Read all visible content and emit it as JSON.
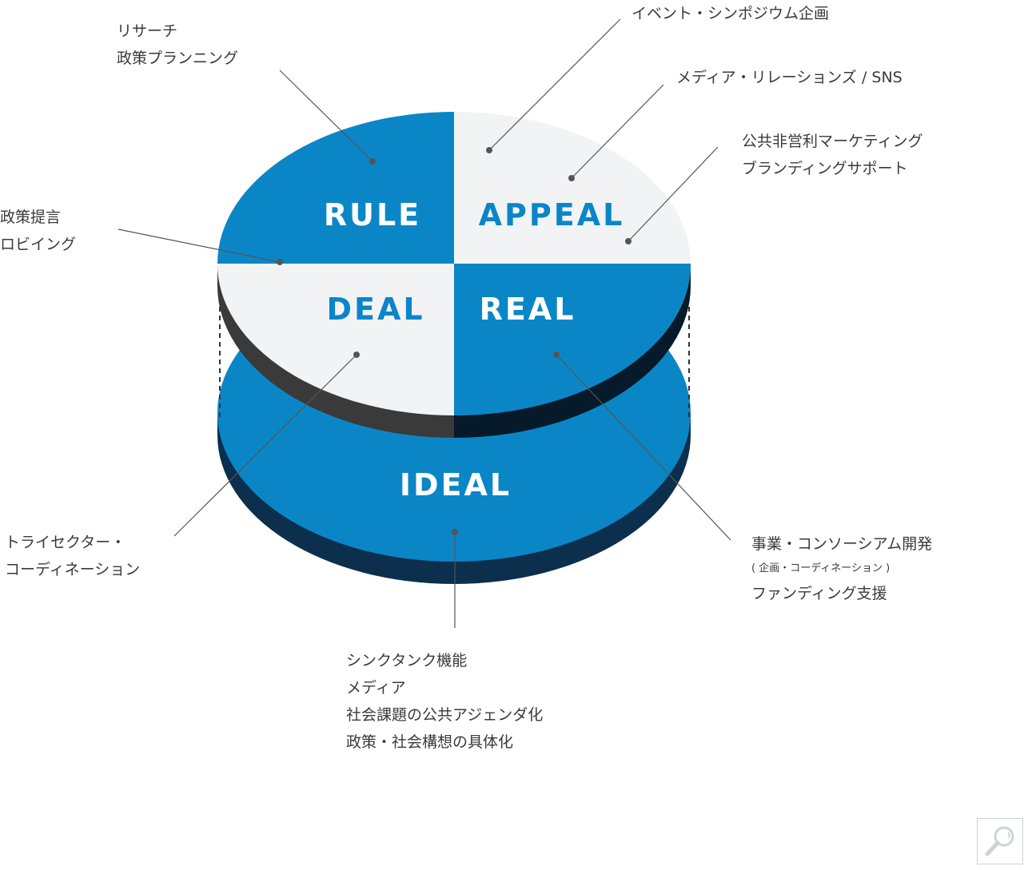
{
  "colors": {
    "blue": "#0a86c7",
    "light": "#f2f3f5",
    "dark_side": "#3a3a3a",
    "navy_side": "#061a2a",
    "base_side": "#0b2f4c",
    "line": "#555555"
  },
  "quadrants": {
    "rule": "RULE",
    "appeal": "APPEAL",
    "deal": "DEAL",
    "real": "REAL",
    "ideal": "IDEAL"
  },
  "callouts": {
    "rule": [
      "リサーチ",
      "政策プランニング"
    ],
    "event": [
      "イベント・シンポジウム企画"
    ],
    "media_relations": [
      "メディア・リレーションズ / SNS"
    ],
    "marketing": [
      "公共非営利マーケティング",
      "ブランディングサポート"
    ],
    "deal": [
      "政策提言",
      "ロビイング"
    ],
    "trisector": [
      "トライセクター・",
      "コーディネーション"
    ],
    "real": {
      "line1": "事業・コンソーシアム開発",
      "sub": "( 企画・コーディネーション )",
      "line3": "ファンディング支援"
    },
    "ideal": [
      "シンクタンク機能",
      "メディア",
      "社会課題の公共アジェンダ化",
      "政策・社会構想の具体化"
    ]
  },
  "icons": {
    "zoom": "magnifier-icon"
  }
}
